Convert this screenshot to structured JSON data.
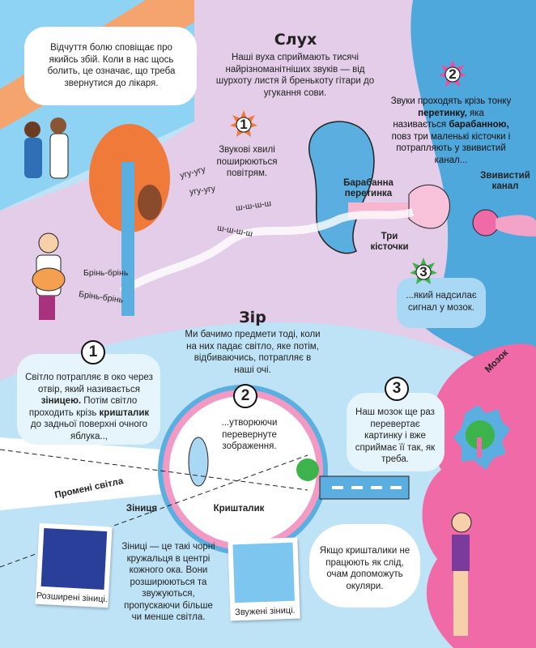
{
  "hearing": {
    "title": "Слух",
    "intro": "Наші вуха сприймають тисячі найрізноманітніших звуків — від шурхоту листя й бренькоту гітари до угукання сови.",
    "pain_bubble": "Відчуття болю сповіщає про якийсь збій. Коли в нас щось болить, це означає, що треба звернутися до лікаря.",
    "step1_num": "1",
    "step1_text": "Звукові хвилі поширюються повітрям.",
    "step2_num": "2",
    "step2_a": "Звуки проходять крізь тонку ",
    "step2_b": "перетинку,",
    "step2_c": " яка називається ",
    "step2_d": "барабанною,",
    "step2_e": " повз три маленькі кісточки і потрапляють у звивистий канал...",
    "step3_num": "3",
    "step3_text": "...який надсилає сигнал у мозок.",
    "labels": {
      "eardrum": "Барабанна перетинка",
      "cochlea": "Звивистий канал",
      "ossicles": "Три кісточки"
    },
    "sounds": {
      "owl1": "угу-угу",
      "owl2": "угу-угу",
      "leaves1": "ш-ш-ш-ш",
      "leaves2": "ш-ш-ш-ш",
      "guitar1": "Брінь-брінь",
      "guitar2": "Брінь-брінь"
    }
  },
  "vision": {
    "title": "Зір",
    "intro": "Ми бачимо предмети тоді, коли на них падає світло, яке потім, відбиваючись, потрапляє в наші очі.",
    "step1_num": "1",
    "step1_a": "Світло потрапляє в око через отвір, який називається ",
    "step1_b": "зіницею.",
    "step1_c": " Потім світло проходить крізь ",
    "step1_d": "кришталик",
    "step1_e": " до задньої поверхні очного яблука..,",
    "step2_num": "2",
    "step2_text": "...утворюючи перевернуте зображення.",
    "step3_num": "3",
    "step3_text": "Наш мозок ще раз перевертає картинку і вже сприймає її так, як треба.",
    "labels": {
      "rays": "Промені світла",
      "pupil": "Зіниця",
      "lens": "Кришталик",
      "brain": "Мозок"
    },
    "pupils_text": "Зіниці — це такі чорні кружальця в центрі кожного ока. Вони розширюються та звужуються, пропускаючи більше чи менше світла.",
    "photo1_caption": "Розширені зіниці.",
    "photo2_caption": "Звужені зіниці.",
    "glasses_bubble": "Якщо кришталики не працюють як слід, очам допоможуть окуляри."
  },
  "colors": {
    "orange": "#f07a3a",
    "pink": "#ec4fa0",
    "green": "#3cb44b",
    "sky": "#8fd3f4",
    "lavender": "#e3cde8",
    "blue": "#4fa8dc"
  }
}
